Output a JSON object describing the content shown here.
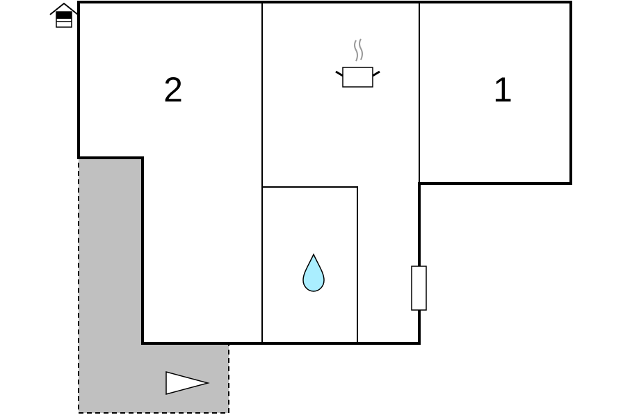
{
  "rooms": [
    {
      "id": "bedroom-2",
      "label": "2"
    },
    {
      "id": "bedroom-1",
      "label": "1"
    }
  ],
  "icons": {
    "entrance": "house-entrance-icon",
    "kitchen": "cooking-pot-icon",
    "bathroom": "water-drop-icon",
    "heater": "radiator-icon",
    "terrace": "terrace-direction-icon"
  },
  "colors": {
    "wall": "#000000",
    "terrace_fill": "#c0c0c0",
    "water": "#aaeeff",
    "steam": "#999999",
    "background": "#ffffff"
  }
}
